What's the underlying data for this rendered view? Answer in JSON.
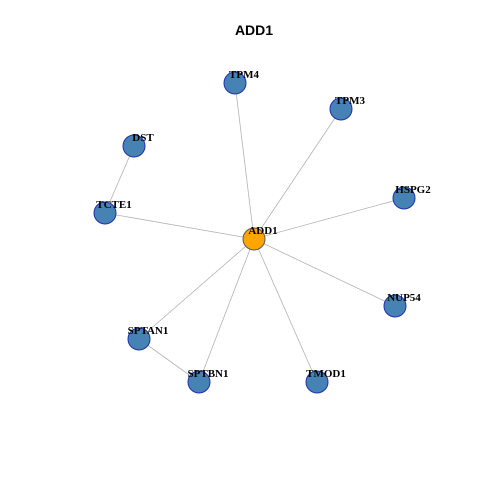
{
  "title": "ADD1",
  "colors": {
    "hub_fill": "#FFA500",
    "node_fill": "#4682B4",
    "node_stroke": "#1F2FB3",
    "edge": "#B3B3B3"
  },
  "hub": "ADD1",
  "nodes": [
    {
      "id": "ADD1",
      "label": "ADD1",
      "role": "hub"
    },
    {
      "id": "TPM4",
      "label": "TPM4",
      "role": "neighbor"
    },
    {
      "id": "TPM3",
      "label": "TPM3",
      "role": "neighbor"
    },
    {
      "id": "DST",
      "label": "DST",
      "role": "neighbor"
    },
    {
      "id": "HSPG2",
      "label": "HSPG2",
      "role": "neighbor"
    },
    {
      "id": "TCTE1",
      "label": "TCTE1",
      "role": "neighbor"
    },
    {
      "id": "NUP54",
      "label": "NUP54",
      "role": "neighbor"
    },
    {
      "id": "SPTAN1",
      "label": "SPTAN1",
      "role": "neighbor"
    },
    {
      "id": "SPTBN1",
      "label": "SPTBN1",
      "role": "neighbor"
    },
    {
      "id": "TMOD1",
      "label": "TMOD1",
      "role": "neighbor"
    }
  ],
  "edges": [
    [
      "ADD1",
      "TPM4"
    ],
    [
      "ADD1",
      "TPM3"
    ],
    [
      "ADD1",
      "HSPG2"
    ],
    [
      "ADD1",
      "TCTE1"
    ],
    [
      "ADD1",
      "NUP54"
    ],
    [
      "ADD1",
      "SPTAN1"
    ],
    [
      "ADD1",
      "SPTBN1"
    ],
    [
      "ADD1",
      "TMOD1"
    ],
    [
      "DST",
      "TCTE1"
    ],
    [
      "SPTAN1",
      "SPTBN1"
    ]
  ]
}
